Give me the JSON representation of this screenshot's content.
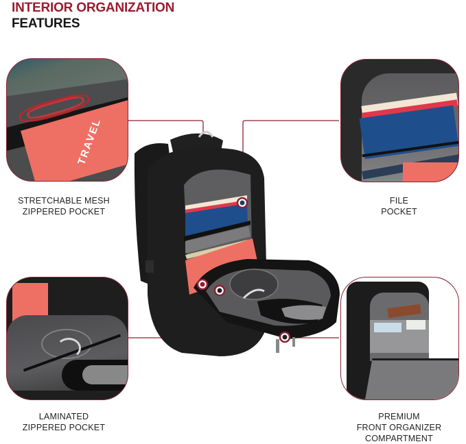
{
  "header": {
    "line1": "INTERIOR ORGANIZATION",
    "line2": "FEATURES"
  },
  "colors": {
    "accent": "#9b1b30",
    "frame_border": "#8a2233",
    "text": "#222222",
    "bag_black": "#1c1c1c",
    "lining_grey": "#6e6e70",
    "book_coral": "#ec6a5e",
    "folder_blue": "#1f4e8c"
  },
  "features": [
    {
      "id": "mesh",
      "line1": "STRETCHABLE MESH",
      "line2": "ZIPPERED POCKET",
      "position": "top-left"
    },
    {
      "id": "file",
      "line1": "FILE",
      "line2": "POCKET",
      "position": "top-right"
    },
    {
      "id": "laminated",
      "line1": "LAMINATED",
      "line2": "ZIPPERED POCKET",
      "position": "bottom-left"
    },
    {
      "id": "organizer",
      "line1": "PREMIUM",
      "line2": "FRONT ORGANIZER",
      "line3": "COMPARTMENT",
      "position": "bottom-right"
    }
  ],
  "product": {
    "description": "Black backpack with open main compartment showing file pocket, mesh pocket, laminated pocket and front organizer",
    "book_text": "TRAVEL"
  }
}
